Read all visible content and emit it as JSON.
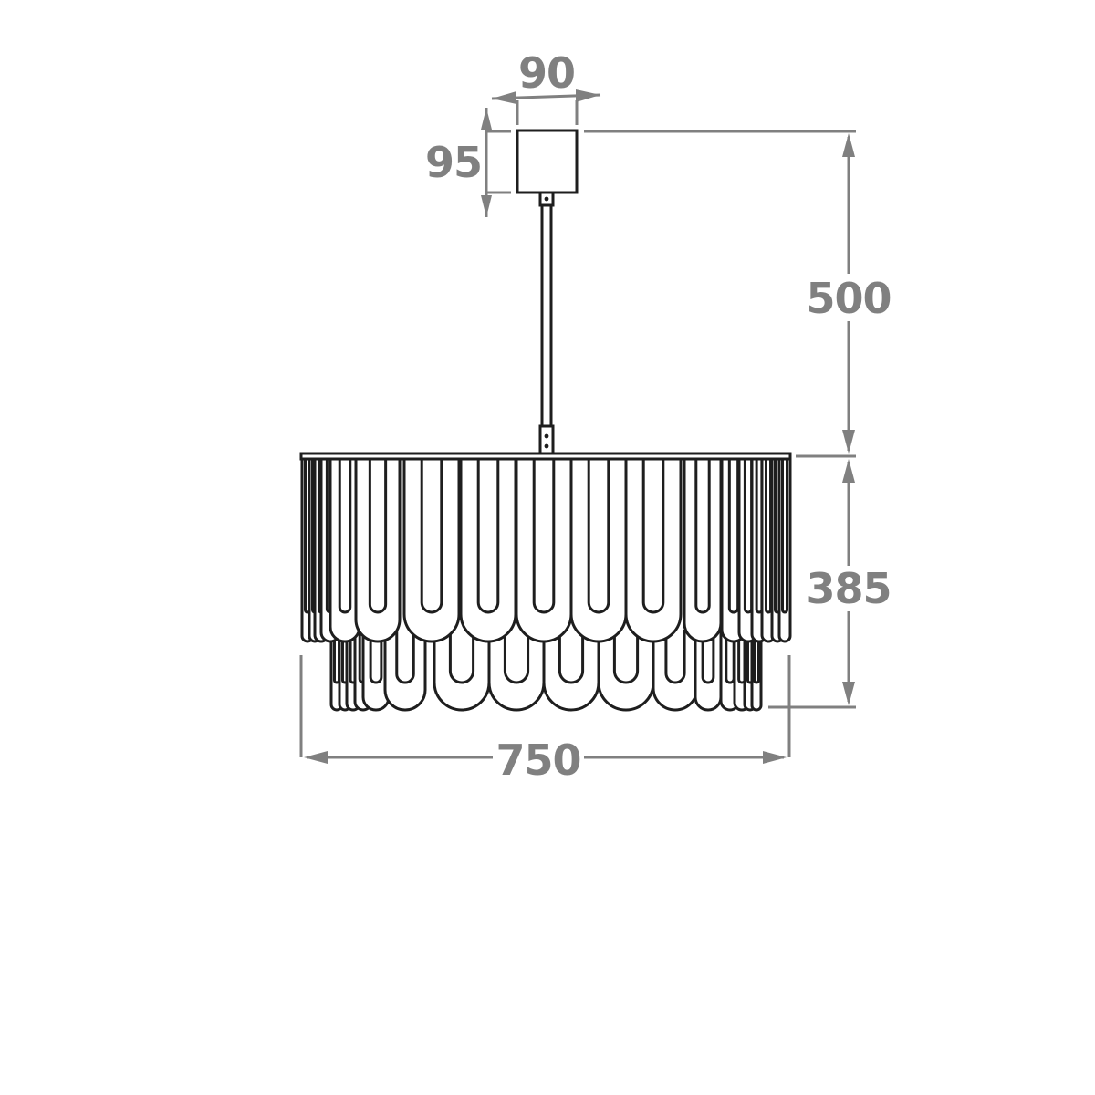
{
  "colors": {
    "line": "#1e1e1e",
    "dimension": "#808080",
    "background": "#ffffff"
  },
  "dimensions": {
    "canopy_width": "90",
    "canopy_height": "95",
    "drop_length": "500",
    "shade_height": "385",
    "shade_diameter": "750"
  }
}
